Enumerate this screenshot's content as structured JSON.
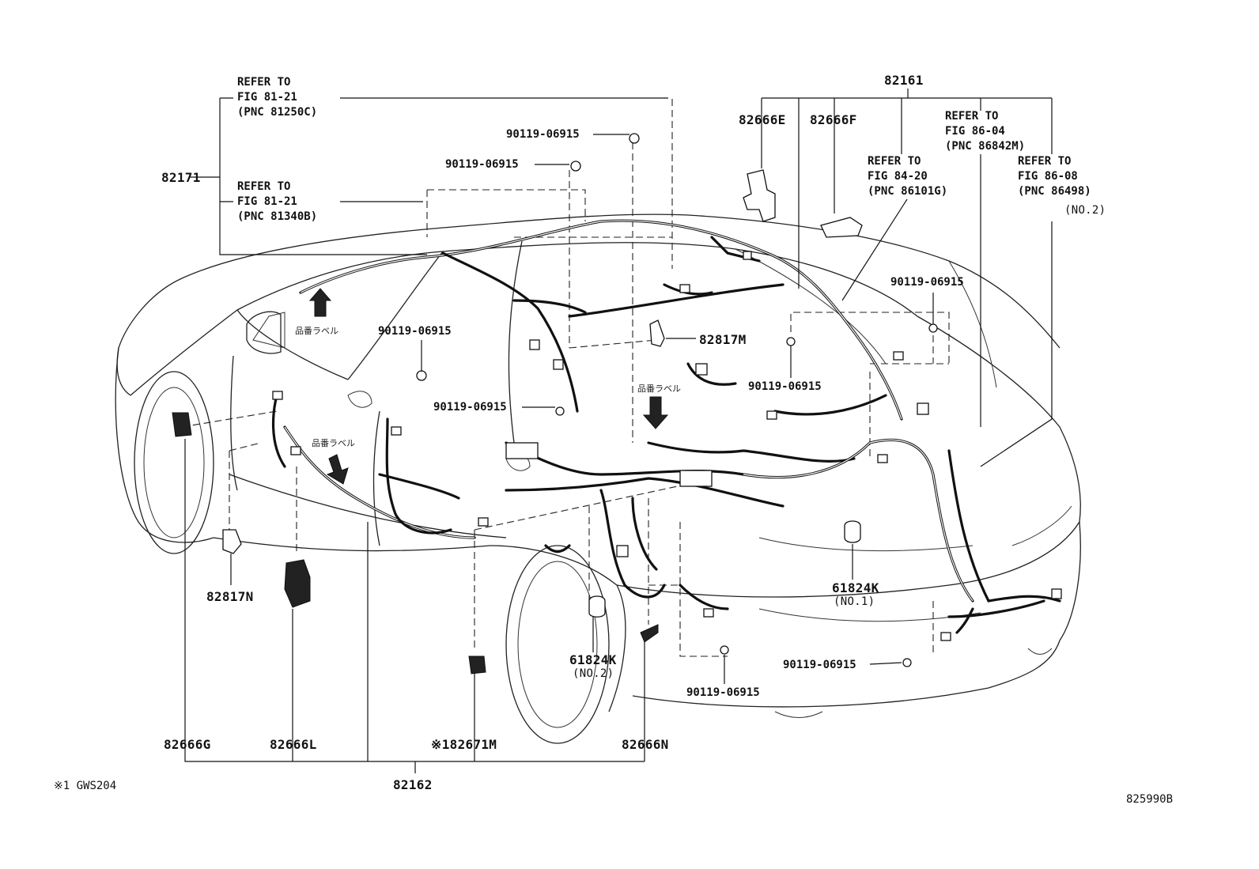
{
  "labels": {
    "p82161": "82161",
    "p82171": "82171",
    "p82162": "82162",
    "p82666E": "82666E",
    "p82666F": "82666F",
    "p82817M": "82817M",
    "p82817N": "82817N",
    "p82666G": "82666G",
    "p82666L": "82666L",
    "p82671M": "82671M",
    "p82671M_mark": "※1",
    "p82666N": "82666N",
    "p61824K_1": "61824K",
    "p61824K_1_sub": "(NO.1)",
    "p61824K_2": "61824K",
    "p61824K_2_sub": "(NO.2)",
    "bolt": "90119-06915"
  },
  "refs": {
    "r1": [
      "REFER TO",
      "FIG 81-21",
      "(PNC 81250C)"
    ],
    "r2": [
      "REFER TO",
      "FIG 81-21",
      "(PNC 81340B)"
    ],
    "r3": [
      "REFER TO",
      "FIG 84-20",
      "(PNC 86101G)"
    ],
    "r4": [
      "REFER TO",
      "FIG 86-04",
      "(PNC 86842M)"
    ],
    "r5": [
      "REFER TO",
      "FIG 86-08",
      "(PNC 86498)"
    ],
    "r5_sub": "(NO.2)"
  },
  "japanese_label": "品番ラベル",
  "footnote": "※1 GWS204",
  "figure_id": "825990B"
}
